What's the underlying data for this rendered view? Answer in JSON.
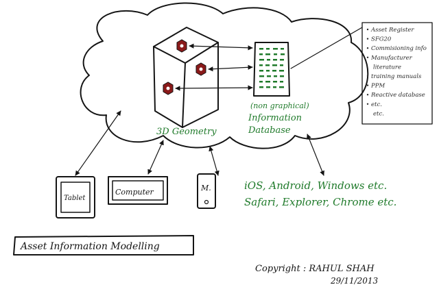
{
  "diagram": {
    "geometry_label": "3D Geometry",
    "info_label_line1": "(non graphical)",
    "info_label_line2": "Information",
    "info_label_line3": "Database",
    "notes": [
      "Asset Register",
      "SFG20",
      "Commisioning info",
      "Manufacturer",
      "literature",
      "training manuals",
      "PPM",
      "Reactive database",
      "etc.",
      "etc."
    ],
    "devices": {
      "tablet": "Tablet",
      "computer": "Computer",
      "mobile": "M."
    },
    "platforms_line1": "iOS, Android, Windows etc.",
    "platforms_line2": "Safari, Explorer, Chrome etc.",
    "title": "Asset Information Modelling",
    "copyright": "Copyright : RAHUL SHAH",
    "date": "29/11/2013",
    "colors": {
      "ink": "#141414",
      "accent_green": "#1f7a2a",
      "object_red": "#8a1a1a"
    }
  }
}
